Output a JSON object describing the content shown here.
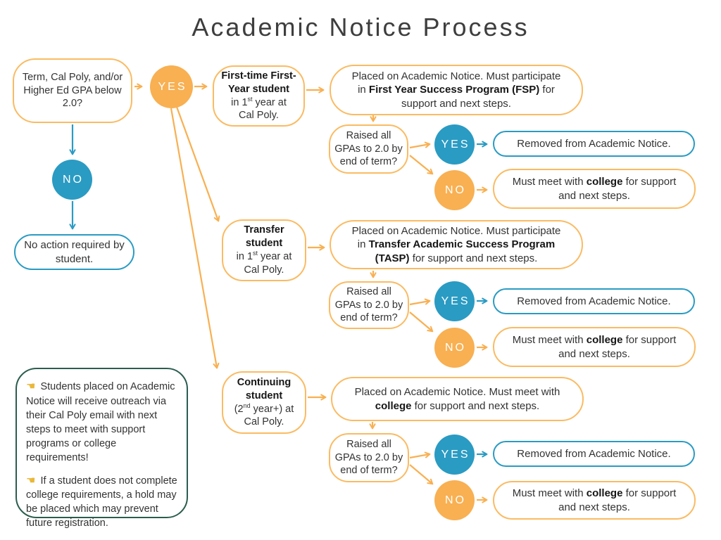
{
  "title": "Academic Notice Process",
  "colors": {
    "orange": "#F8B052",
    "teal": "#2A9BC3",
    "note_green": "#2B5D4F",
    "text": "#333333"
  },
  "start": {
    "question": "Term, Cal Poly, and/or Higher Ed GPA below 2.0?",
    "yes_label": "YES",
    "no_label": "NO",
    "no_outcome": "No action required by student."
  },
  "branches": [
    {
      "type_name_l1": "First-time First-",
      "type_name_l2": "Year student",
      "type_line2_pre": "in 1",
      "type_line2_sup": "st",
      "type_line2_post": " year at",
      "type_line3": "Cal Poly.",
      "notice_pre": "Placed on Academic Notice. Must participate in ",
      "notice_bold": "First Year Success Program (FSP)",
      "notice_post": " for support and next steps.",
      "question": "Raised all GPAs to 2.0 by end of term?",
      "yes_label": "YES",
      "no_label": "NO",
      "yes_outcome": "Removed from Academic Notice.",
      "no_outcome_pre": "Must meet with ",
      "no_outcome_bold": "college",
      "no_outcome_post": " for support and next steps."
    },
    {
      "type_name_l1": "Transfer",
      "type_name_l2": "student",
      "type_line2_pre": "in 1",
      "type_line2_sup": "st",
      "type_line2_post": " year at",
      "type_line3": "Cal Poly.",
      "notice_pre": "Placed on Academic Notice. Must participate in ",
      "notice_bold": "Transfer Academic Success Program (TASP)",
      "notice_post": " for support and next steps.",
      "question": "Raised all GPAs to 2.0 by end of term?",
      "yes_label": "YES",
      "no_label": "NO",
      "yes_outcome": "Removed from Academic Notice.",
      "no_outcome_pre": "Must meet with ",
      "no_outcome_bold": "college",
      "no_outcome_post": " for support and next steps."
    },
    {
      "type_name_l1": "Continuing",
      "type_name_l2": "student",
      "type_line2_pre": "(2",
      "type_line2_sup": "nd",
      "type_line2_post": " year+) at",
      "type_line3": "Cal Poly.",
      "notice_pre": "Placed on Academic Notice. Must meet with ",
      "notice_bold": "college",
      "notice_post": " for support and next steps.",
      "question": "Raised all GPAs to 2.0 by end of term?",
      "yes_label": "YES",
      "no_label": "NO",
      "yes_outcome": "Removed from Academic Notice.",
      "no_outcome_pre": "Must meet with ",
      "no_outcome_bold": "college",
      "no_outcome_post": " for support and next steps."
    }
  ],
  "note": {
    "icon": "☚",
    "p1": "Students placed on Academic Notice will receive outreach via their Cal Poly email with next steps to meet with support programs or college requirements!",
    "p2": "If a student does not complete college requirements, a hold may be placed which may prevent future registration."
  }
}
